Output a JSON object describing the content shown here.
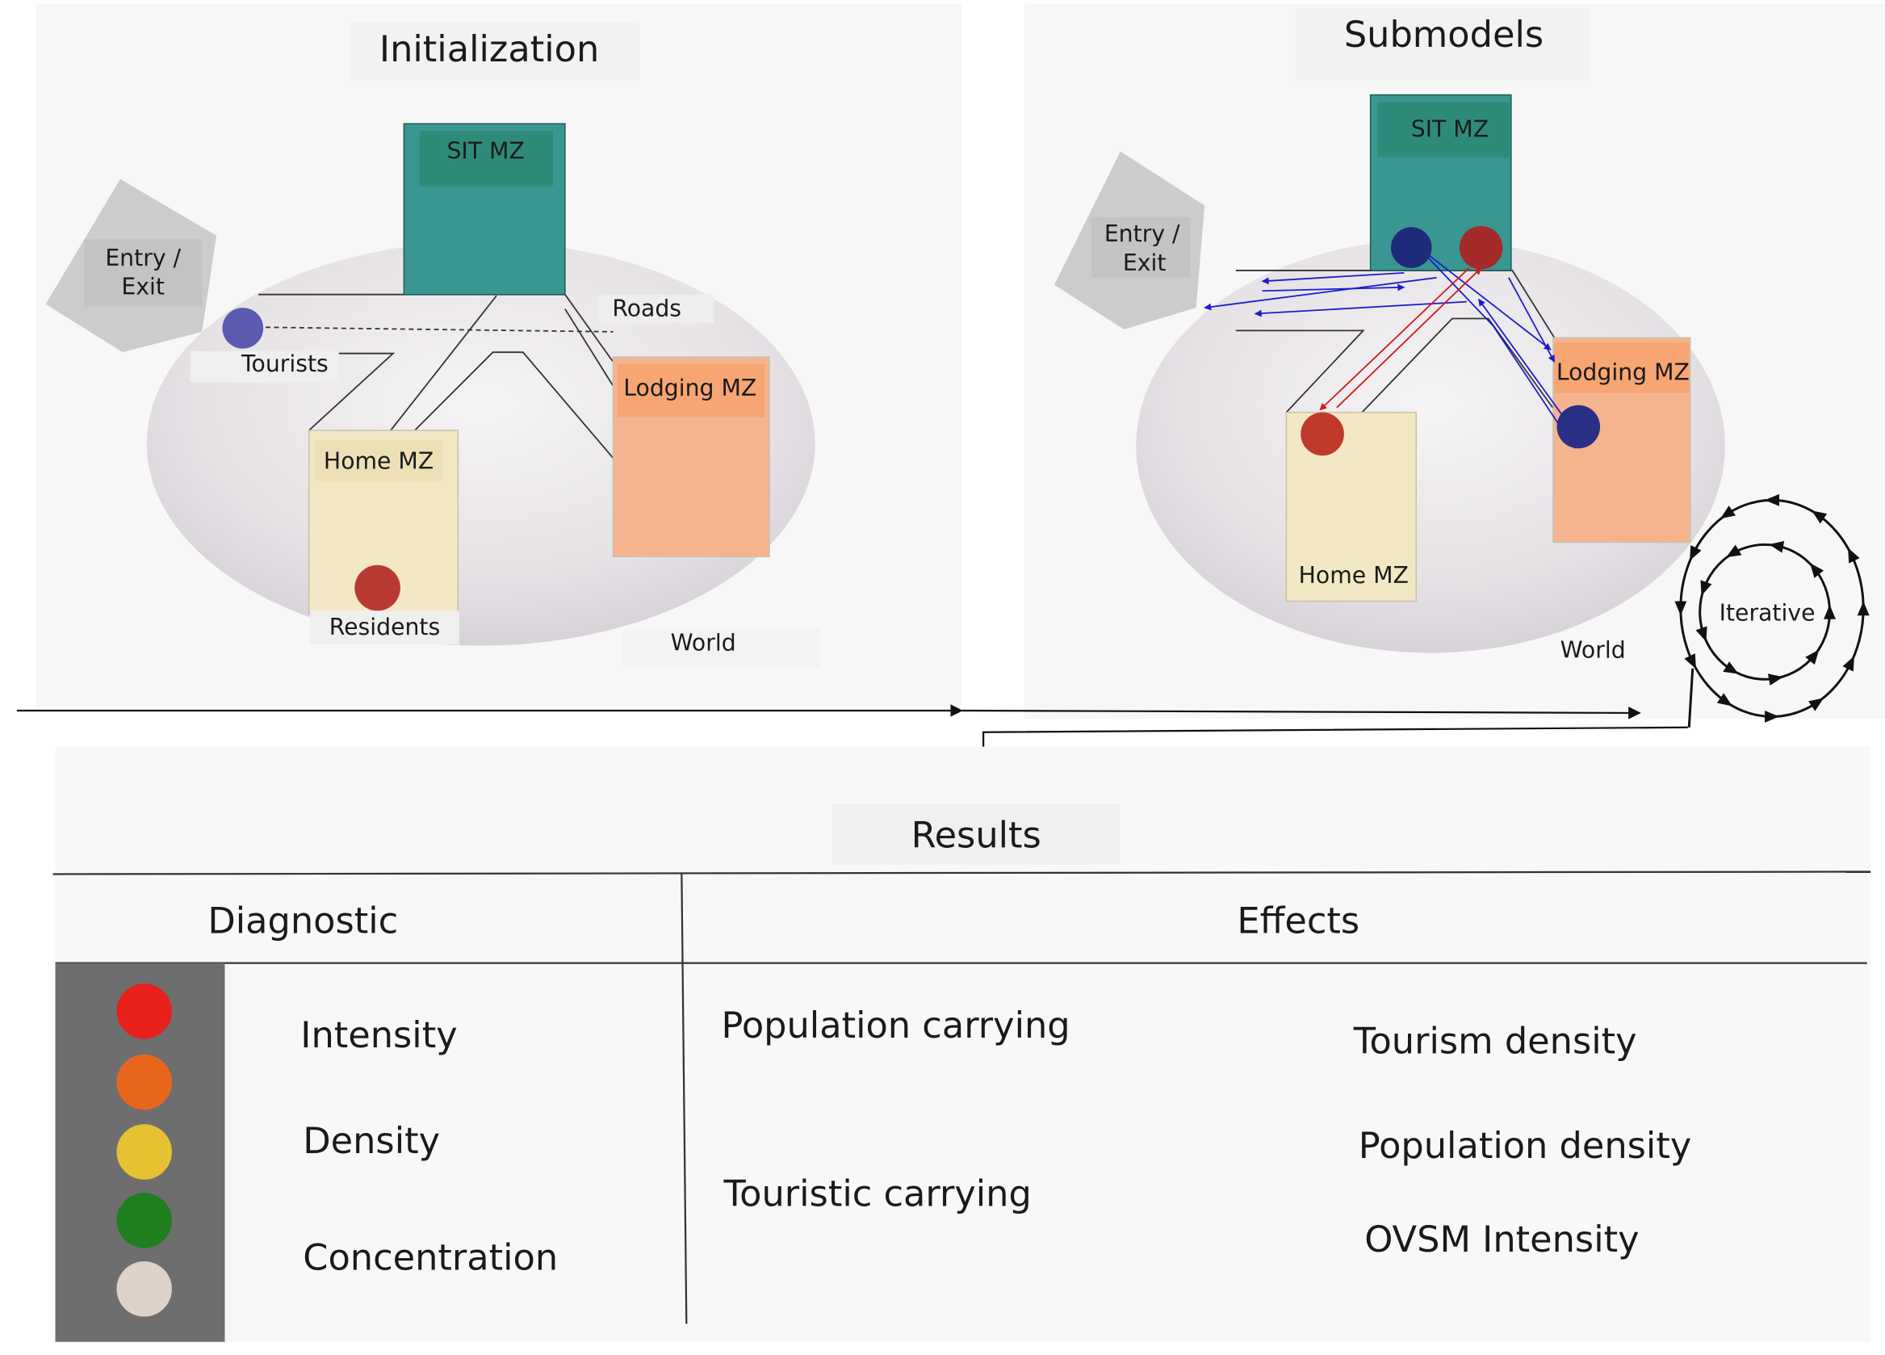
{
  "initialization": {
    "title": "Initialization",
    "entry_exit": [
      "Entry /",
      "Exit"
    ],
    "sit_mz": "SIT MZ",
    "roads": "Roads",
    "tourists": "Tourists",
    "lodging_mz": "Lodging MZ",
    "home_mz": "Home MZ",
    "residents": "Residents",
    "world": "World"
  },
  "submodels": {
    "title": "Submodels",
    "entry_exit": [
      "Entry /",
      "Exit"
    ],
    "sit_mz": "SIT MZ",
    "lodging_mz": "Lodging MZ",
    "home_mz": "Home MZ",
    "world": "World",
    "iterative": "Iterative"
  },
  "results": {
    "title": "Results",
    "diagnostic": {
      "header": "Diagnostic",
      "items": [
        "Intensity",
        "Density",
        "Concentration"
      ],
      "light_colors": [
        "#e8201c",
        "#e8661c",
        "#e6c232",
        "#1f7f1f",
        "#dcd2c8"
      ]
    },
    "effects": {
      "header": "Effects",
      "carrying": [
        "Population carrying",
        "Touristic carrying"
      ],
      "measures": [
        "Tourism density",
        "Population density",
        "OVSM Intensity"
      ]
    }
  },
  "colors": {
    "sit_mz": "#3a9690",
    "lodging_mz": "#f5b48e",
    "home_mz": "#f3e8c4",
    "tourist_dot": "#5a5ab0",
    "resident_dot": "#b83a33",
    "flow_blue": "#1c1ccc",
    "flow_red": "#cc1c1c"
  }
}
